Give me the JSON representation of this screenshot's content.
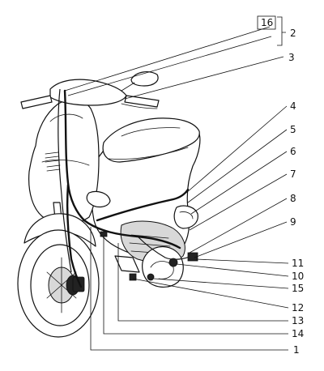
{
  "callouts": [
    {
      "id": "c16",
      "text": "16"
    },
    {
      "id": "c2",
      "text": "2"
    },
    {
      "id": "c3",
      "text": "3"
    },
    {
      "id": "c4",
      "text": "4"
    },
    {
      "id": "c5",
      "text": "5"
    },
    {
      "id": "c6",
      "text": "6"
    },
    {
      "id": "c7",
      "text": "7"
    },
    {
      "id": "c8",
      "text": "8"
    },
    {
      "id": "c9",
      "text": "9"
    },
    {
      "id": "c11",
      "text": "11"
    },
    {
      "id": "c10",
      "text": "10"
    },
    {
      "id": "c15",
      "text": "15"
    },
    {
      "id": "c12",
      "text": "12"
    },
    {
      "id": "c13",
      "text": "13"
    },
    {
      "id": "c14",
      "text": "14"
    },
    {
      "id": "c1",
      "text": "1"
    }
  ]
}
